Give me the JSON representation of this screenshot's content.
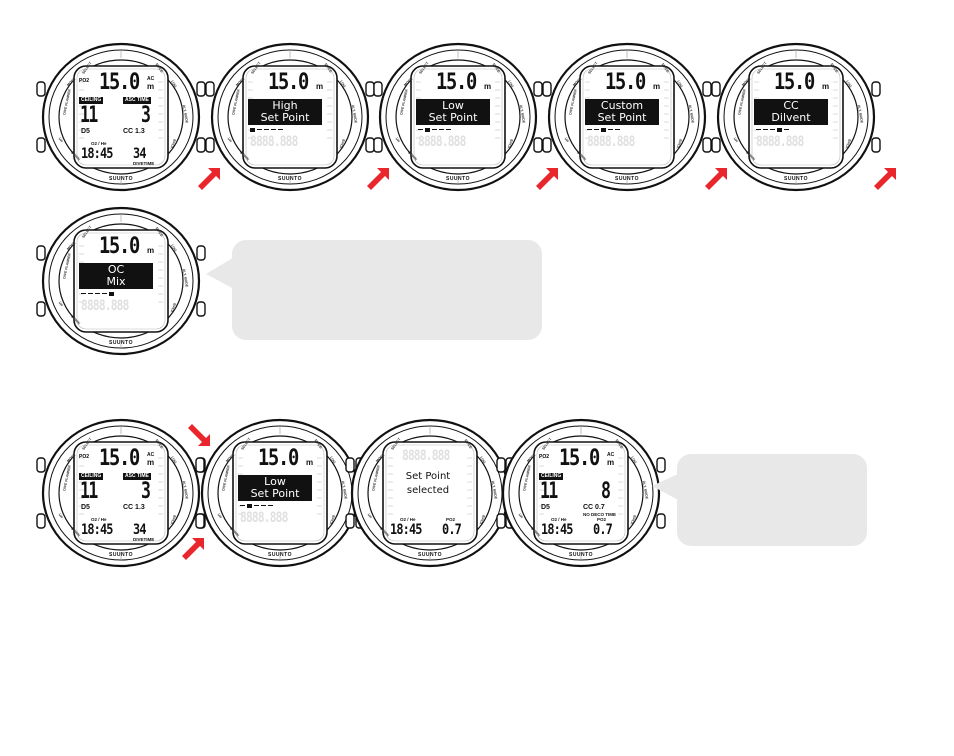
{
  "brand": "SUUNTO",
  "depth": "15.0",
  "depth_unit": "m",
  "ac_label": "AC",
  "ceiling_label": "CEILING",
  "asc_time_label": "ASC TIME",
  "o2he_label": "O2 / He",
  "divetime_label": "DIVETIME",
  "pgo_label": "PO2",
  "no_deco_label": "NO DECO TIME",
  "bezel": {
    "left_top": "SELECT",
    "left_upper": "MODE",
    "left_mid": "DIVE PLANNER",
    "left_low": "UP",
    "left_bottom": "DOWN",
    "right_top": "MODE",
    "right_upper": "LOG",
    "right_mid": "ALT. MODE",
    "right_low": "BACK"
  },
  "main_screen": {
    "ceiling_value": "11",
    "asc_time_value": "3",
    "gas_id": "D5",
    "cc_value": "CC 1.3",
    "time_value": "18:45",
    "dive_time_value": "34"
  },
  "menus": {
    "high": [
      "High",
      "Set Point"
    ],
    "low": [
      "Low",
      "Set Point"
    ],
    "custom": [
      "Custom",
      "Set Point"
    ],
    "ccdil": [
      "CC",
      "Dilvent"
    ],
    "ocmix": [
      "OC",
      "Mix"
    ]
  },
  "selected_msg": [
    "Set Point",
    "selected"
  ],
  "selected_time": "18:45",
  "selected_po2": "0.7",
  "final_screen": {
    "ceiling_value": "11",
    "deco_value": "8",
    "gas_id": "D5",
    "cc_value": "CC 0.7",
    "time_value": "18:45",
    "po2_value": "0.7"
  },
  "ghost_digits": "8888.888",
  "accent_color": "#e8262b",
  "bubble_color": "#e8e8e8"
}
